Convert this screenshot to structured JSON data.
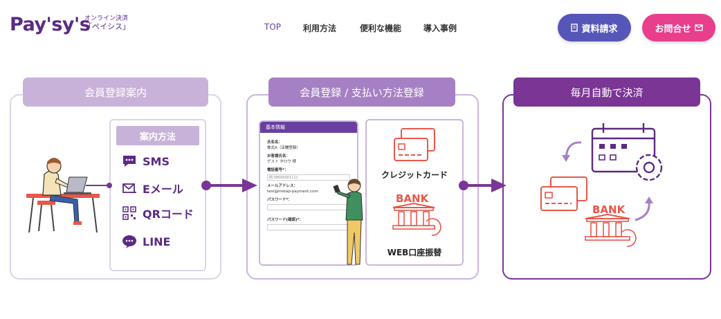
{
  "header": {
    "logo_text": "Pay'sy's",
    "logo_sub_1": "オンライン決済",
    "logo_sub_2": "「ペイシス」",
    "nav": [
      "TOP",
      "利用方法",
      "便利な機能",
      "導入事例"
    ],
    "btn_doc": "資料請求",
    "btn_contact": "お問合せ"
  },
  "steps": {
    "step1_title": "会員登録案内",
    "step2_title": "会員登録 / 支払い方法登録",
    "step3_title": "毎月自動で決済"
  },
  "guide": {
    "title": "案内方法",
    "methods": [
      "SMS",
      "Eメール",
      "QRコード",
      "LINE"
    ]
  },
  "form": {
    "header": "基本情報",
    "fields": [
      {
        "label": "氏名名：",
        "value": "株式A（店舗登録）"
      },
      {
        "label": "お客様氏名：",
        "value": "ゲスト タロウ 様"
      },
      {
        "label": "電話番号*：",
        "value": "例:08000001111"
      },
      {
        "label": "メールアドレス：",
        "value": "test@metap-payment.com"
      },
      {
        "label": "パスワード*：",
        "value": ""
      },
      {
        "label": "パスワード(確認)*：",
        "value": ""
      }
    ]
  },
  "payment": {
    "card_label": "クレジットカード",
    "bank_word": "BANK",
    "bank_label": "WEB口座振替"
  },
  "auto": {
    "bank_word": "BANK"
  },
  "colors": {
    "purple_dark": "#5b2a86",
    "purple_mid": "#7a3595",
    "purple_light": "#c8b2d9",
    "accent_red": "#e8574a",
    "btn_doc": "#5656b8",
    "btn_contact": "#e83e8c"
  }
}
